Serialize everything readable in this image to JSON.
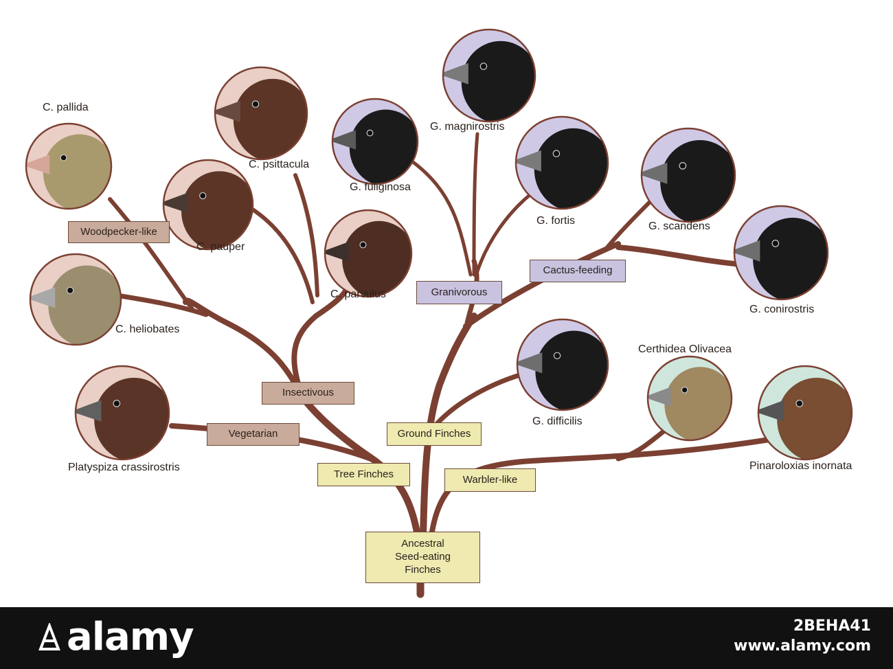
{
  "root_label": [
    "Ancestral",
    "Seed-eating",
    "Finches"
  ],
  "groups": {
    "tree_finches": "Tree Finches",
    "ground_finches": "Ground Finches",
    "warbler_like": "Warbler-like",
    "vegetarian": "Vegetarian",
    "insectivous": "Insectivous",
    "woodpecker_like": "Woodpecker-like",
    "granivorous": "Granivorous",
    "cactus_feeding": "Cactus-feeding"
  },
  "species": [
    {
      "id": "c-pallida",
      "name": "C. pallida",
      "bg": "#e9cfc6",
      "bird": "#a99a6e",
      "beak": "#d6a69a"
    },
    {
      "id": "c-psittacula",
      "name": "C. psittacula",
      "bg": "#e9cfc6",
      "bird": "#5c3527",
      "beak": "#6a4a40"
    },
    {
      "id": "c-pauper",
      "name": "C. pauper",
      "bg": "#e9cfc6",
      "bird": "#5c3527",
      "beak": "#4a3a34"
    },
    {
      "id": "c-parvulus",
      "name": "C. parvulus",
      "bg": "#e9cfc6",
      "bird": "#4e2e22",
      "beak": "#3c302c"
    },
    {
      "id": "c-heliobates",
      "name": "C. heliobates",
      "bg": "#e9cfc6",
      "bird": "#9a8e6e",
      "beak": "#a8a8a8"
    },
    {
      "id": "platyspiza-crassirostris",
      "name": "Platyspiza crassirostris",
      "bg": "#e9cfc6",
      "bird": "#5a3426",
      "beak": "#606060"
    },
    {
      "id": "g-fuliginosa",
      "name": "G. fuliginosa",
      "bg": "#cfc9e6",
      "bird": "#1b1b1b",
      "beak": "#5a5a5a"
    },
    {
      "id": "g-magnirostris",
      "name": "G. magnirostris",
      "bg": "#cfc9e6",
      "bird": "#1a1a1a",
      "beak": "#7a7a7a"
    },
    {
      "id": "g-fortis",
      "name": "G. fortis",
      "bg": "#cfc9e6",
      "bird": "#1a1a1a",
      "beak": "#7a7a7a"
    },
    {
      "id": "g-scandens",
      "name": "G. scandens",
      "bg": "#cfc9e6",
      "bird": "#1a1a1a",
      "beak": "#6e6e6e"
    },
    {
      "id": "g-conirostris",
      "name": "G. conirostris",
      "bg": "#cfc9e6",
      "bird": "#1a1a1a",
      "beak": "#6e6e6e"
    },
    {
      "id": "g-difficilis",
      "name": "G. difficilis",
      "bg": "#cfc9e6",
      "bird": "#1a1a1a",
      "beak": "#6e6e6e"
    },
    {
      "id": "certhidea-olivacea",
      "name": "Certhidea Olivacea",
      "bg": "#cfe6dc",
      "bird": "#a08860",
      "beak": "#8a8a8a"
    },
    {
      "id": "pinaroloxias-inornata",
      "name": "Pinaroloxias inornata",
      "bg": "#cfe6dc",
      "bird": "#7a4e32",
      "beak": "#555555"
    }
  ],
  "colors": {
    "branch": "#7b4032",
    "circle_border": "#7b4032"
  },
  "watermark": {
    "brand": "alamy",
    "image_id": "2BEHA41",
    "site": "www.alamy.com"
  }
}
